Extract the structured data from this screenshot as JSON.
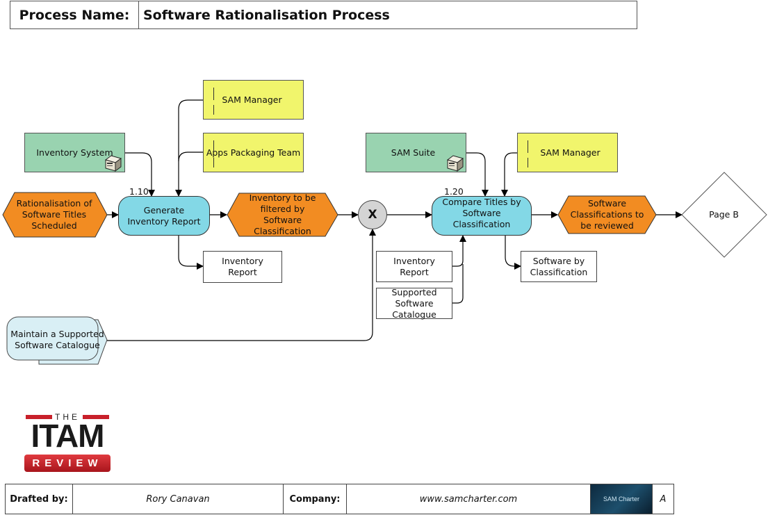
{
  "header": {
    "label": "Process Name:",
    "value": "Software Rationalisation Process"
  },
  "events": {
    "start": "Rationalisation of Software Titles Scheduled",
    "filtered": "Inventory to be filtered by Software Classification",
    "review": "Software Classifications to be reviewed"
  },
  "functions": {
    "f1": {
      "number": "1.10",
      "label": "Generate Inventory Report"
    },
    "f2": {
      "number": "1.20",
      "label": "Compare Titles by Software Classification"
    }
  },
  "systems": {
    "inventory": "Inventory System",
    "sam_suite": "SAM Suite"
  },
  "roles": {
    "sam_manager_1": "SAM Manager",
    "apps_packaging": "Apps Packaging Team",
    "sam_manager_2": "SAM Manager"
  },
  "documents": {
    "inv_report_out": "Inventory Report",
    "inv_report_in": "Inventory Report",
    "supported_catalogue": "Supported Software Catalogue",
    "software_by_class": "Software by Classification"
  },
  "connector": {
    "label": "X",
    "type": "XOR"
  },
  "interface": "Maintain a Supported Software Catalogue",
  "page_ref": "Page B",
  "logo": {
    "top": "THE",
    "middle": "ITAM",
    "bottom": "REVIEW",
    "accent": "#c8202a"
  },
  "footer": {
    "drafted_label": "Drafted by:",
    "drafted_value": "Rory Canavan",
    "company_label": "Company:",
    "company_value": "www.samcharter.com",
    "brand_logo": "SAM Charter",
    "version": "A"
  },
  "colors": {
    "event": "#f28c22",
    "function": "#83d8e6",
    "system": "#99d3b0",
    "role": "#f1f56c",
    "interface": "#d9eff5",
    "connector": "#d4d4d4"
  }
}
